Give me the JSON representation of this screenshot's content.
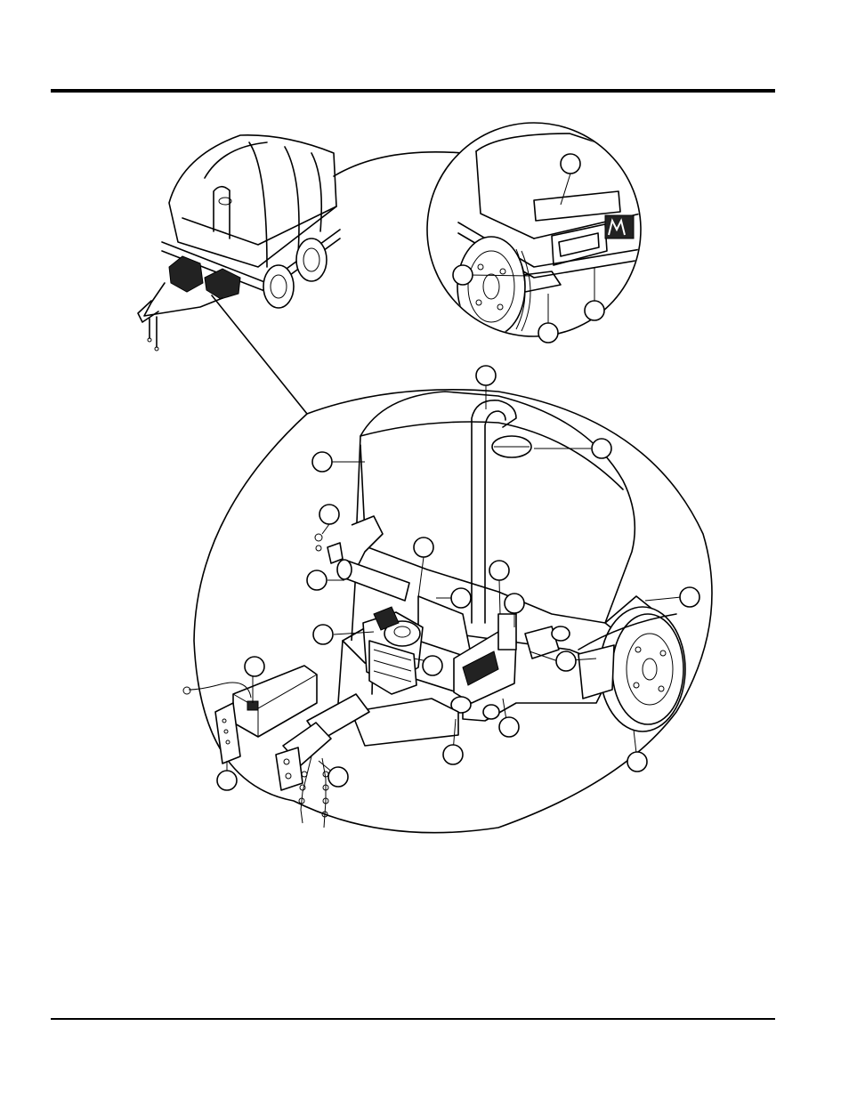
{
  "page": {
    "top_rule": true,
    "bottom_rule": true
  },
  "figure": {
    "overview_view": "trailer-overview-drawing",
    "rear_detail_view": "rear-wheel-detail-drawing",
    "main_view": "water-trailer-front-detail-drawing",
    "callout_count": 21,
    "callout_numbers_printed": false
  },
  "icons": {
    "logo": "mq-logo"
  }
}
